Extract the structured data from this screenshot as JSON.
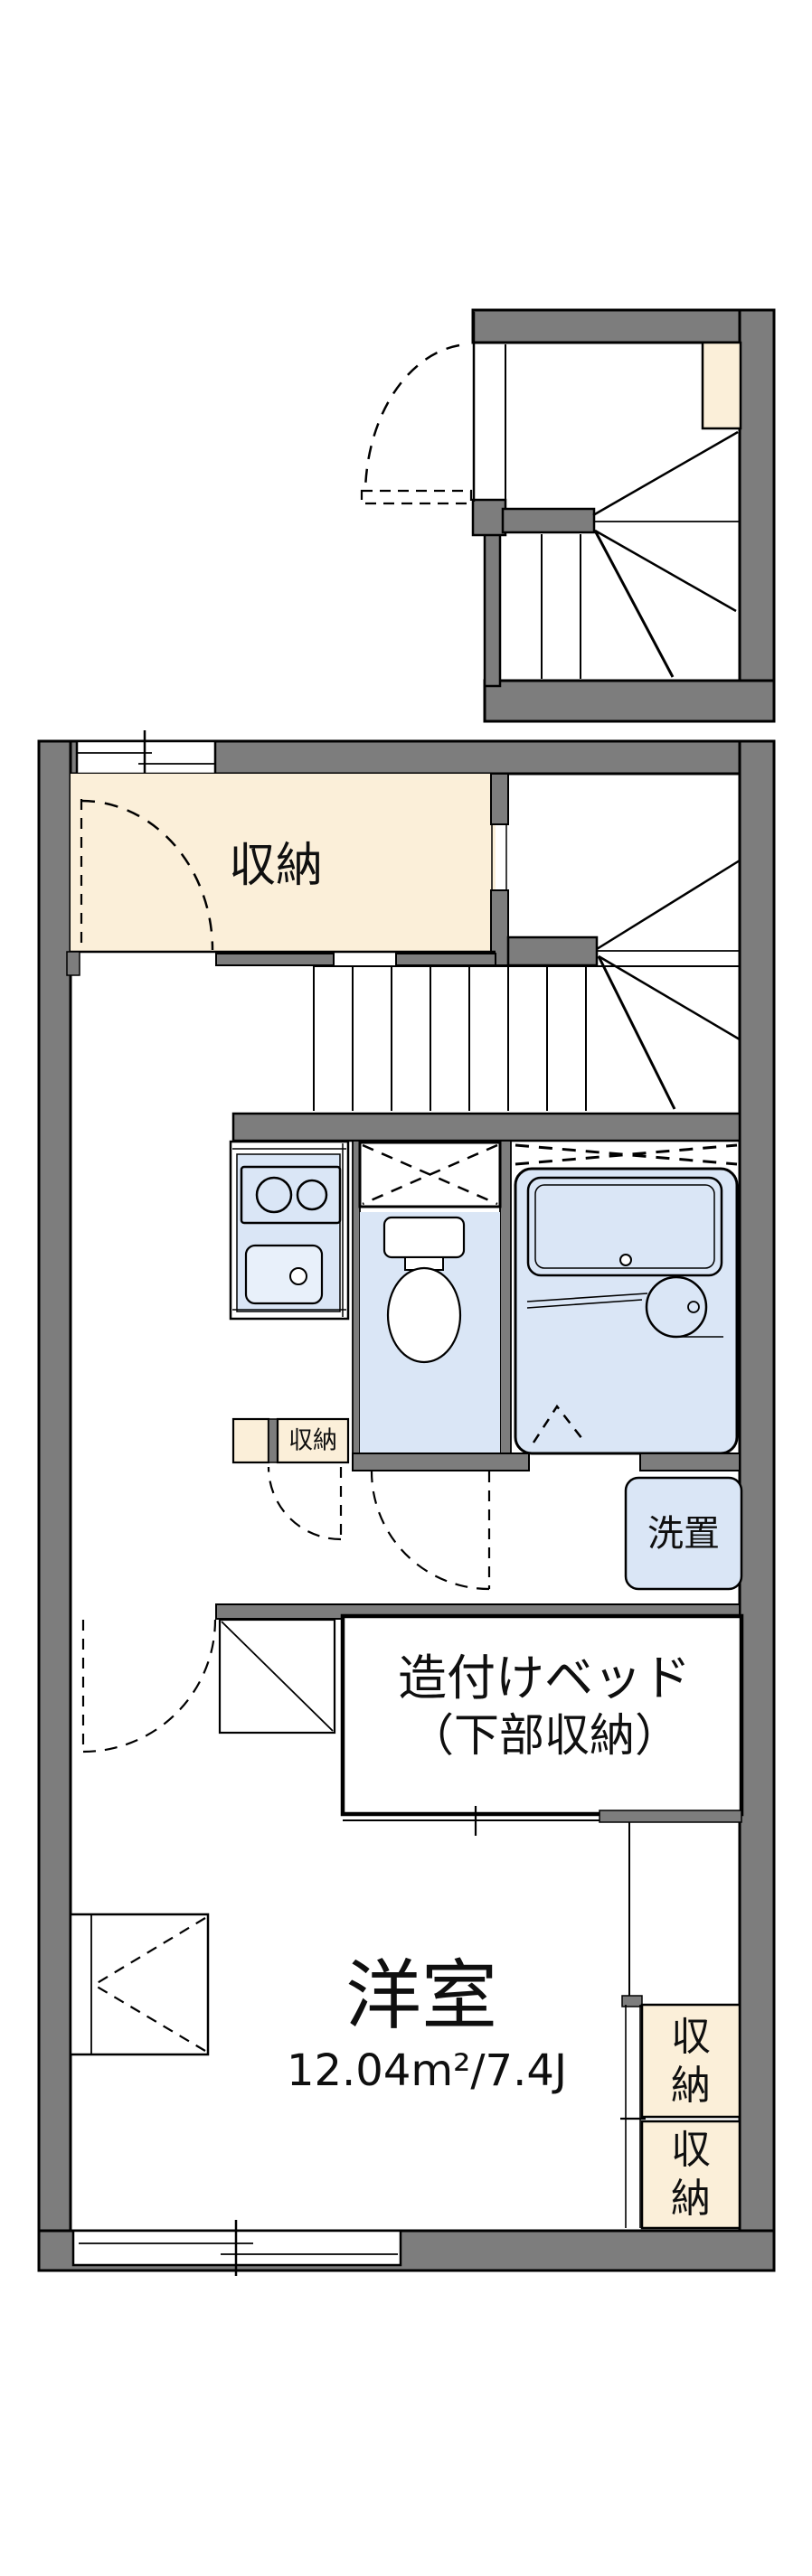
{
  "palette": {
    "wall_gray": "#7D7D7D",
    "storage_beige": "#FBEFD9",
    "water_blue": "#DAE6F6",
    "sink_blue": "#E8F0FA",
    "line_black": "#000000",
    "background": "#FFFFFF"
  },
  "labels": {
    "upper_storage": "収納",
    "hall_storage": "収納",
    "laundry": "洗置",
    "bed_line1": "造付けベッド",
    "bed_line2": "（下部収納）",
    "room_name": "洋室",
    "room_size": "12.04m²/7.4J",
    "closet_upper_char1": "収",
    "closet_upper_char2": "納",
    "closet_lower_char1": "収",
    "closet_lower_char2": "納"
  }
}
